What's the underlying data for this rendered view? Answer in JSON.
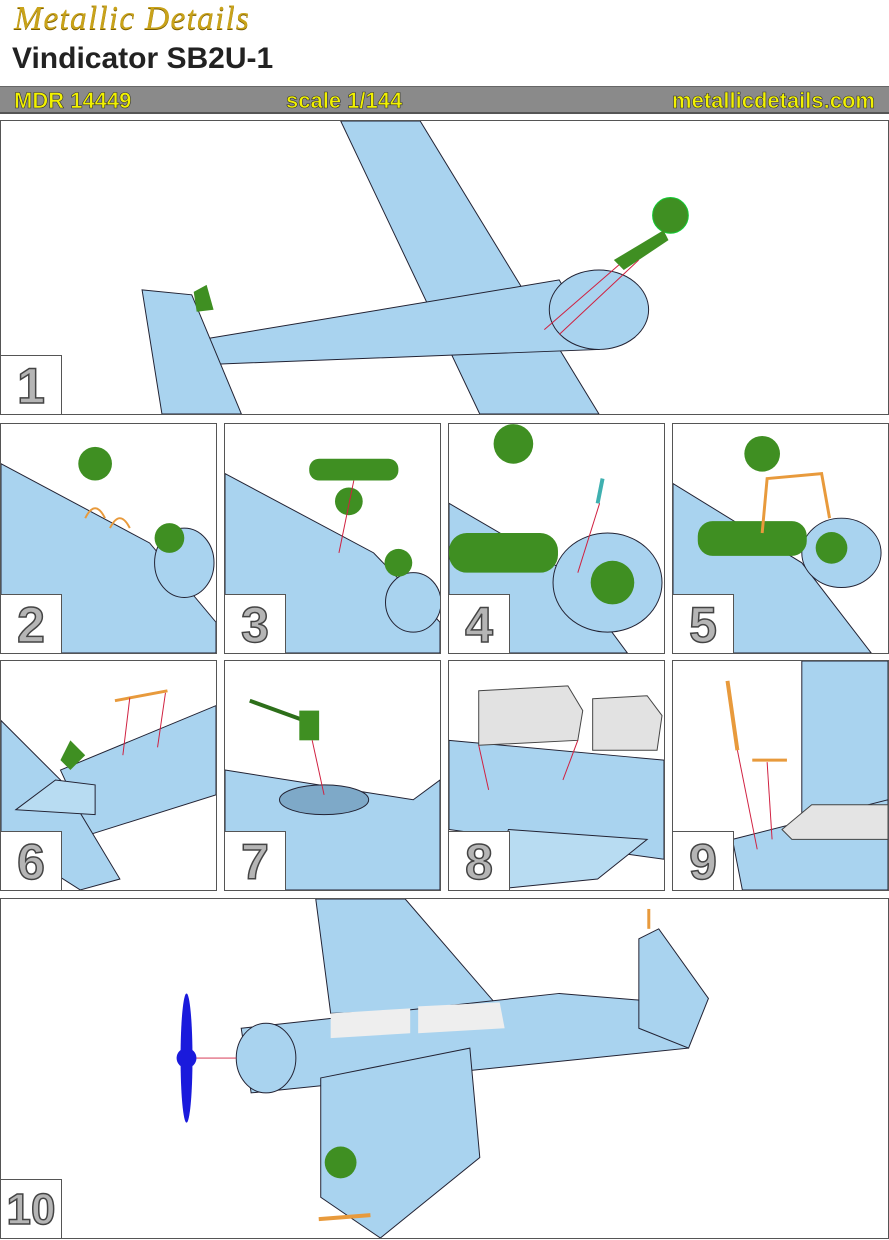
{
  "header": {
    "brand": "Metallic Details",
    "title": "Vindicator SB2U-1",
    "code": "MDR 14449",
    "scale": "scale 1/144",
    "website": "metallicdetails.com"
  },
  "steps": [
    "1",
    "2",
    "3",
    "4",
    "5",
    "6",
    "7",
    "8",
    "9",
    "10"
  ],
  "colors": {
    "aircraft": "#a9d3ef",
    "part_green": "#3f8f22",
    "part_orange": "#e89a3c",
    "guide_red": "#d02040",
    "propeller": "#1a1adc",
    "banner": "#8a8a8a",
    "banner_text": "#f2f200"
  }
}
